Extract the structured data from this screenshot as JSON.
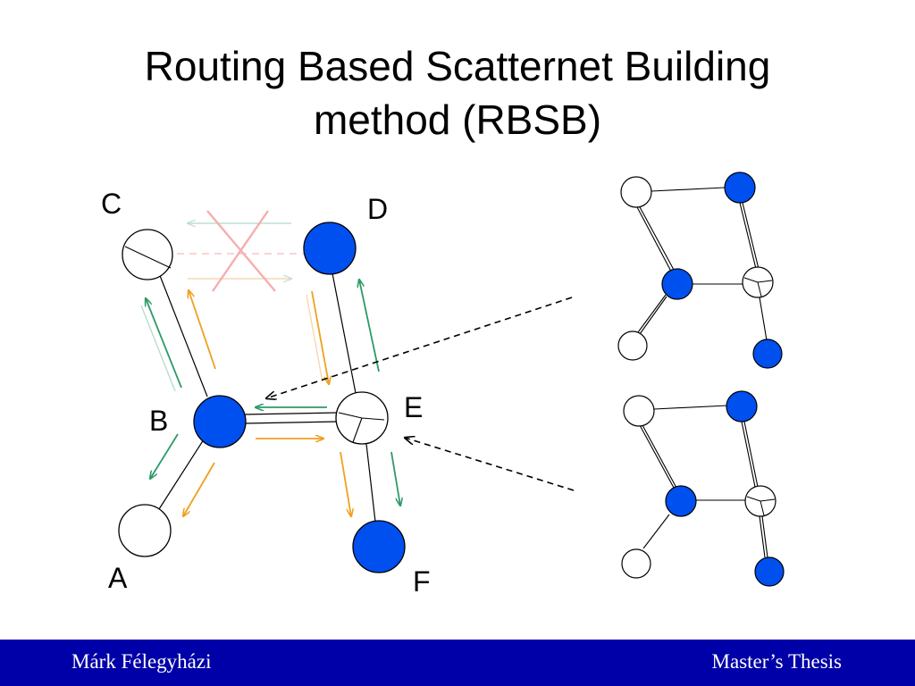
{
  "slide": {
    "title_line1": "Routing Based Scatternet Building",
    "title_line2": "method (RBSB)"
  },
  "nodes": {
    "A": "A",
    "B": "B",
    "C": "C",
    "D": "D",
    "E": "E",
    "F": "F"
  },
  "colors": {
    "master_blue": "#0050f0",
    "arrow_green": "#2e9a68",
    "arrow_orange": "#f0a020",
    "faded_red": "#f4a0a0",
    "footer_bg": "#0000a8"
  },
  "footer": {
    "author": "Márk Félegyházi",
    "event": "Master’s Thesis"
  }
}
